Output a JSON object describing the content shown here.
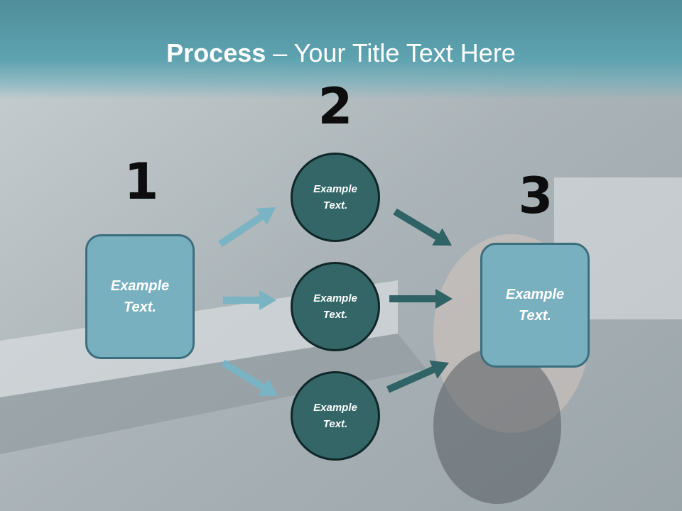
{
  "slide": {
    "title_bold": "Process",
    "title_rest": " – Your Title Text Here"
  },
  "steps": [
    {
      "number": "1",
      "label": "Example Text."
    },
    {
      "number": "2",
      "items": [
        "Example Text.",
        "Example Text.",
        "Example Text."
      ]
    },
    {
      "number": "3",
      "label": "Example Text."
    }
  ],
  "colors": {
    "title_band": "#5ea3b0",
    "box_fill": "#79b0c0",
    "circle_fill": "#346667",
    "arrow_light": "#7ab4c4",
    "arrow_dark": "#2f6366"
  }
}
